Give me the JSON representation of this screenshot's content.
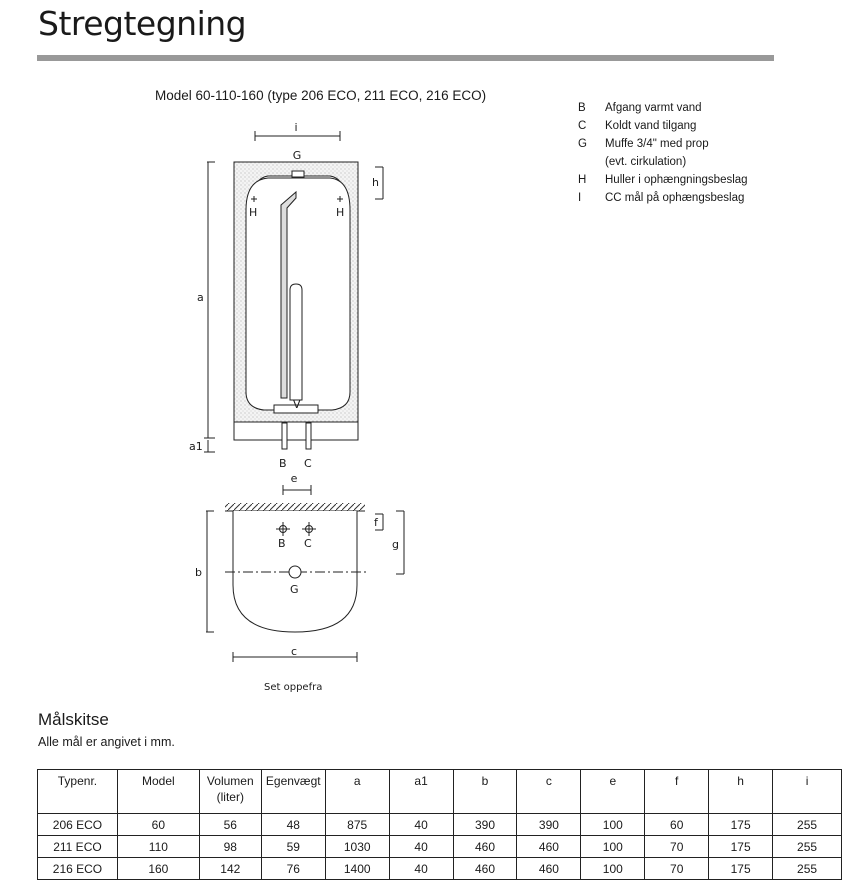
{
  "page": {
    "title": "Stregtegning",
    "model_heading": "Model 60-110-160 (type 206 ECO, 211 ECO, 216 ECO)"
  },
  "legend": [
    {
      "key": "B",
      "text": "Afgang varmt vand"
    },
    {
      "key": "C",
      "text": "Koldt vand tilgang"
    },
    {
      "key": "G",
      "text": "Muffe 3/4\" med prop"
    },
    {
      "key": "",
      "text": "(evt. cirkulation)"
    },
    {
      "key": "H",
      "text": "Huller i ophængningsbeslag"
    },
    {
      "key": "I",
      "text": "CC mål på ophængsbeslag"
    }
  ],
  "drawing": {
    "front_labels": {
      "i": "i",
      "G": "G",
      "h": "h",
      "H_left": "H",
      "H_right": "H",
      "a": "a",
      "a1": "a1",
      "V": "V",
      "B": "B",
      "C": "C"
    },
    "top_labels": {
      "e": "e",
      "f": "f",
      "g": "g",
      "b": "b",
      "B": "B",
      "C": "C",
      "G": "G",
      "c": "c"
    },
    "caption": "Set oppefra"
  },
  "dims_section": {
    "heading": "Målskitse",
    "note": "Alle mål er angivet i mm."
  },
  "table": {
    "headers": [
      "Typenr.",
      "Model",
      "Volumen (liter)",
      "Egenvægt",
      "a",
      "a1",
      "b",
      "c",
      "e",
      "f",
      "h",
      "i"
    ],
    "header_volumen_line1": "Volumen",
    "header_volumen_line2": "(liter)",
    "rows": [
      [
        "206 ECO",
        "60",
        "56",
        "48",
        "875",
        "40",
        "390",
        "390",
        "100",
        "60",
        "175",
        "255"
      ],
      [
        "211 ECO",
        "110",
        "98",
        "59",
        "1030",
        "40",
        "460",
        "460",
        "100",
        "70",
        "175",
        "255"
      ],
      [
        "216 ECO",
        "160",
        "142",
        "76",
        "1400",
        "40",
        "460",
        "460",
        "100",
        "70",
        "175",
        "255"
      ]
    ]
  }
}
